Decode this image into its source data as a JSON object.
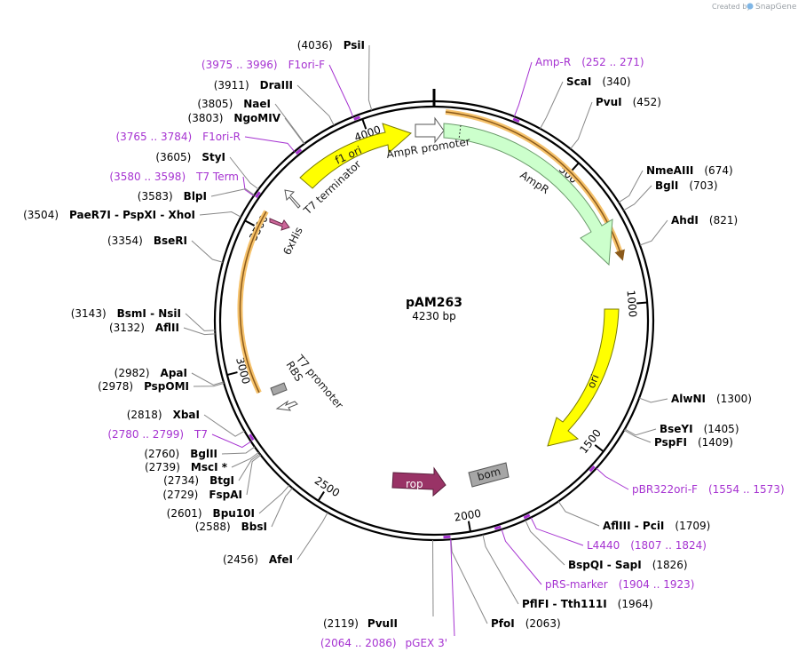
{
  "plasmid": {
    "name": "pAM263",
    "length_text": "4230 bp",
    "length": 4230
  },
  "credit": {
    "prefix": "Created by",
    "brand": "SnapGene"
  },
  "colors": {
    "primer": "#a633d1",
    "yellow": "#ffff00",
    "green": "#ccffcc",
    "rop": "#993366",
    "bom": "#a6a6a6",
    "orf_orange": "#f6c26b",
    "orf_brown": "#8b5a1b",
    "his": "#cc6699"
  },
  "ticks": [
    {
      "label": "500",
      "bp": 500
    },
    {
      "label": "1000",
      "bp": 1000
    },
    {
      "label": "1500",
      "bp": 1500
    },
    {
      "label": "2000",
      "bp": 2000
    },
    {
      "label": "2500",
      "bp": 2500
    },
    {
      "label": "3000",
      "bp": 3000
    },
    {
      "label": "3500",
      "bp": 3500
    },
    {
      "label": "4000",
      "bp": 4000
    }
  ],
  "features": [
    {
      "name": "AmpR promoter",
      "icon": "promoter-arrow"
    },
    {
      "name": "AmpR",
      "icon": "cds-arrow"
    },
    {
      "name": "ori",
      "icon": "origin-arrow"
    },
    {
      "name": "rop",
      "icon": "cds-arrow"
    },
    {
      "name": "bom",
      "icon": "misc-box"
    },
    {
      "name": "T7 promoter",
      "icon": "promoter-arrow"
    },
    {
      "name": "RBS",
      "icon": "rbs-box"
    },
    {
      "name": "6xHis",
      "icon": "tag-arrow"
    },
    {
      "name": "T7 terminator",
      "icon": "terminator-arrow"
    },
    {
      "name": "f1 ori",
      "icon": "origin-arrow"
    }
  ],
  "right_labels": [
    {
      "kind": "primer",
      "name": "Amp-R",
      "range": "(252 .. 271)"
    },
    {
      "kind": "enzyme",
      "name": "ScaI",
      "pos": "(340)"
    },
    {
      "kind": "enzyme",
      "name": "PvuI",
      "pos": "(452)"
    },
    {
      "kind": "enzyme",
      "name": "NmeAIII",
      "pos": "(674)"
    },
    {
      "kind": "enzyme",
      "name": "BglI",
      "pos": "(703)"
    },
    {
      "kind": "enzyme",
      "name": "AhdI",
      "pos": "(821)"
    },
    {
      "kind": "enzyme",
      "name": "AlwNI",
      "pos": "(1300)"
    },
    {
      "kind": "enzyme",
      "name": "BseYI",
      "pos": "(1405)"
    },
    {
      "kind": "enzyme",
      "name": "PspFI",
      "pos": "(1409)"
    },
    {
      "kind": "primer",
      "name": "pBR322ori-F",
      "range": "(1554 .. 1573)"
    },
    {
      "kind": "enzyme",
      "name": "AflIII  -  PciI",
      "pos": "(1709)"
    },
    {
      "kind": "primer",
      "name": "L4440",
      "range": "(1807 .. 1824)"
    },
    {
      "kind": "enzyme",
      "name": "BspQI  -  SapI",
      "pos": "(1826)"
    },
    {
      "kind": "primer",
      "name": "pRS-marker",
      "range": "(1904 .. 1923)"
    },
    {
      "kind": "enzyme",
      "name": "PflFI  -  Tth111I",
      "pos": "(1964)"
    },
    {
      "kind": "enzyme",
      "name": "PfoI",
      "pos": "(2063)"
    }
  ],
  "bottom_labels": [
    {
      "kind": "enzyme",
      "name": "PvuII",
      "pos": "(2119)"
    },
    {
      "kind": "primer",
      "name": "pGEX 3'",
      "range": "(2064 .. 2086)"
    }
  ],
  "left_labels": [
    {
      "kind": "enzyme",
      "name": "PsiI",
      "pos": "(4036)"
    },
    {
      "kind": "primer",
      "name": "F1ori-F",
      "range": "(3975 .. 3996)"
    },
    {
      "kind": "enzyme",
      "name": "DraIII",
      "pos": "(3911)"
    },
    {
      "kind": "enzyme",
      "name": "NaeI",
      "pos": "(3805)"
    },
    {
      "kind": "enzyme",
      "name": "NgoMIV",
      "pos": "(3803)"
    },
    {
      "kind": "primer",
      "name": "F1ori-R",
      "range": "(3765 .. 3784)"
    },
    {
      "kind": "enzyme",
      "name": "StyI",
      "pos": "(3605)"
    },
    {
      "kind": "primer",
      "name": "T7 Term",
      "range": "(3580 .. 3598)"
    },
    {
      "kind": "enzyme",
      "name": "BlpI",
      "pos": "(3583)"
    },
    {
      "kind": "enzyme",
      "name": "PaeR7I  -  PspXI  -  XhoI",
      "pos": "(3504)"
    },
    {
      "kind": "enzyme",
      "name": "BseRI",
      "pos": "(3354)"
    },
    {
      "kind": "enzyme",
      "name": "BsmI  -  NsiI",
      "pos": "(3143)"
    },
    {
      "kind": "enzyme",
      "name": "AflII",
      "pos": "(3132)"
    },
    {
      "kind": "enzyme",
      "name": "ApaI",
      "pos": "(2982)"
    },
    {
      "kind": "enzyme",
      "name": "PspOMI",
      "pos": "(2978)"
    },
    {
      "kind": "enzyme",
      "name": "XbaI",
      "pos": "(2818)"
    },
    {
      "kind": "primer",
      "name": "T7",
      "range": "(2780 .. 2799)"
    },
    {
      "kind": "enzyme",
      "name": "BglII",
      "pos": "(2760)"
    },
    {
      "kind": "enzyme",
      "name": "MscI *",
      "pos": "(2739)"
    },
    {
      "kind": "enzyme",
      "name": "BtgI",
      "pos": "(2734)"
    },
    {
      "kind": "enzyme",
      "name": "FspAI",
      "pos": "(2729)"
    },
    {
      "kind": "enzyme",
      "name": "Bpu10I",
      "pos": "(2601)"
    },
    {
      "kind": "enzyme",
      "name": "BbsI",
      "pos": "(2588)"
    },
    {
      "kind": "enzyme",
      "name": "AfeI",
      "pos": "(2456)"
    }
  ]
}
